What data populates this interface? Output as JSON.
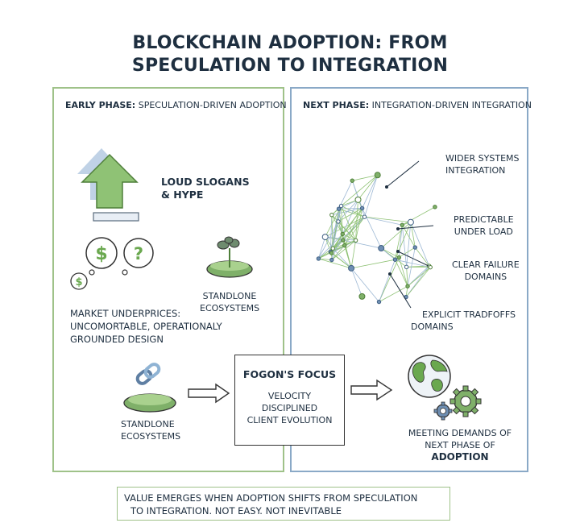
{
  "title": {
    "line1": "BLOCKCHAIN ADOPTION: FROM",
    "line2": "SPECULATION TO INTEGRATION"
  },
  "left_panel": {
    "heading_bold": "EARLY PHASE:",
    "heading_rest": " SPECULATION-DRIVEN ADOPTION",
    "hype_line1": "LOUD SLOGANS",
    "hype_line2": "& HYPE",
    "standalone_top_line1": "STANDLONE",
    "standalone_top_line2": "ECOSYSTEMS",
    "market_line1": "MARKET UNDERPRICES:",
    "market_line2": "UNCOMORTABLE, OPERATIONALY",
    "market_line3": "GROUNDED DESIGN",
    "standalone_bottom_line1": "STANDLONE",
    "standalone_bottom_line2": "ECOSYSTEMS"
  },
  "right_panel": {
    "heading_bold": "NEXT PHASE:",
    "heading_rest": " INTEGRATION-DRIVEN INTEGRATION",
    "callout1_line1": "WIDER SYSTEMS",
    "callout1_line2": "INTEGRATION",
    "callout2_line1": "PREDICTABLE",
    "callout2_line2": "UNDER LOAD",
    "callout3_line1": "CLEAR FAILURE",
    "callout3_line2": "DOMAINS",
    "callout4_line1": "EXPLICIT TRADFOFFS",
    "callout4_line2": "DOMAINS",
    "meeting_line1": "MEETING DEMANDS OF",
    "meeting_line2": "NEXT PHASE OF",
    "meeting_line3": "ADOPTION"
  },
  "focus": {
    "title": "FOGON'S FOCUS",
    "line1": "VELOCITY",
    "line2": "DISCIPLINED",
    "line3": "CLIENT EVOLUTION"
  },
  "footer": {
    "line1": "VALUE EMERGES WHEN ADOPTION SHIFTS FROM SPECULATION",
    "line2": "TO INTEGRATION. NOT EASY. NOT INEVITABLE"
  },
  "colors": {
    "green": "#7fb069",
    "green_dark": "#4f7f3a",
    "blue": "#8aa9c7",
    "navy": "#1e2f40"
  },
  "icons": [
    "up-arrow-icon",
    "speech-bubble-dollar-icon",
    "speech-bubble-question-icon",
    "island-sprout-icon",
    "chain-link-island-icon",
    "network-graph-icon",
    "globe-icon",
    "gears-icon",
    "right-arrow-icon"
  ]
}
